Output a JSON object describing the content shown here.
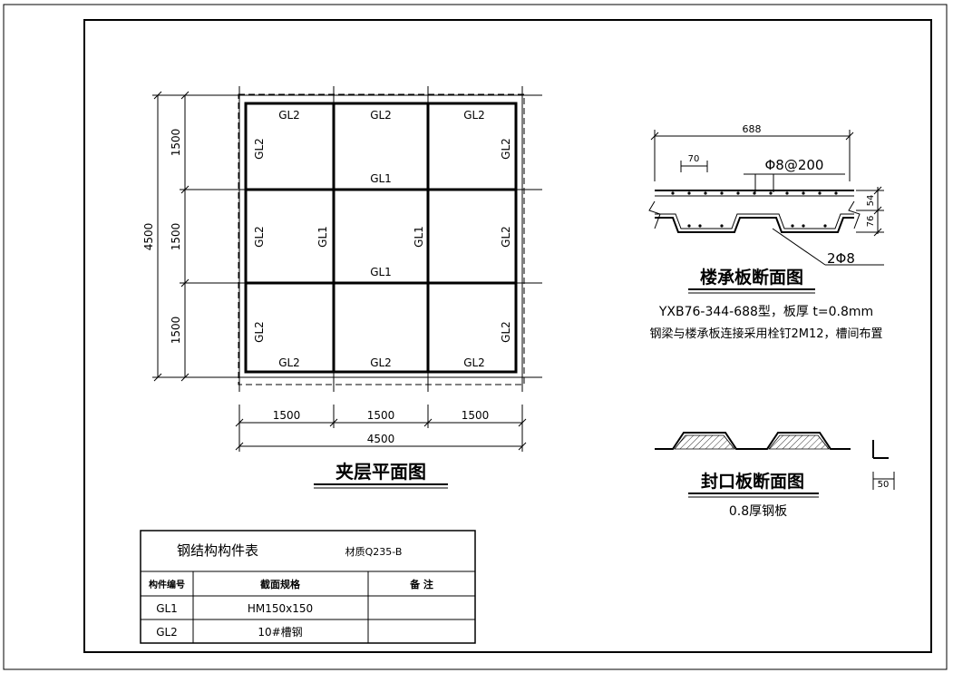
{
  "plan": {
    "beam_labels": {
      "gl1": "GL1",
      "gl2": "GL2"
    },
    "dims_left": [
      "1500",
      "1500",
      "1500"
    ],
    "dim_left_total": "4500",
    "dims_bottom": [
      "1500",
      "1500",
      "1500"
    ],
    "dim_bottom_total": "4500",
    "title": "夹层平面图"
  },
  "deck_section": {
    "dim_width": "688",
    "dim_rib": "70",
    "rebar_label": "Φ8@200",
    "bottom_rebar_label": "2Φ8",
    "dim_top": "54",
    "dim_bottom": "76",
    "title": "楼承板断面图",
    "spec": "YXB76-344-688型，板厚 t=0.8mm",
    "note": "钢梁与楼承板连接采用栓钉2M12，槽间布置"
  },
  "seal_section": {
    "dim": "50",
    "title": "封口板断面图",
    "subtitle": "0.8厚钢板"
  },
  "table": {
    "title": "钢结构构件表",
    "material": "材质Q235-B",
    "headers": [
      "构件编号",
      "截面规格",
      "备 注"
    ],
    "rows": [
      [
        "GL1",
        "HM150x150",
        ""
      ],
      [
        "GL2",
        "10#槽钢",
        ""
      ]
    ]
  }
}
